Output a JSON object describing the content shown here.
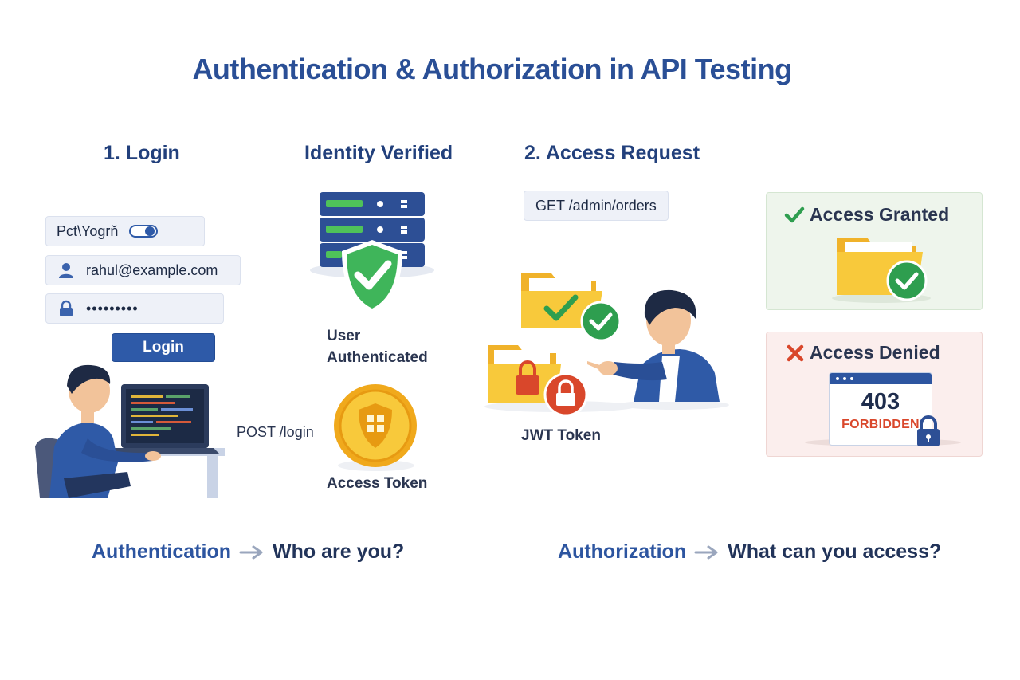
{
  "title": "Authentication & Authorization in API Testing",
  "headings": {
    "login": "1. Login",
    "identity": "Identity Verified",
    "access": "2. Access Request"
  },
  "login_form": {
    "top_field_text": "Pct\\Yogrň",
    "email": "rahul@example.com",
    "password_mask": "•••••••••",
    "button": "Login"
  },
  "labels": {
    "post_login": "POST /login",
    "user_authenticated_line1": "User",
    "user_authenticated_line2": "Authenticated",
    "access_token": "Access Token",
    "get_request": "GET /admin/orders",
    "jwt_token": "JWT Token"
  },
  "granted": {
    "title": "Access Granted"
  },
  "denied": {
    "title": "Access Denied",
    "code": "403",
    "message": "FORBIDDEN"
  },
  "footer": {
    "authn_term": "Authentication",
    "authn_question": "Who are you?",
    "authz_term": "Authorization",
    "authz_question": "What can you access?"
  },
  "colors": {
    "brand_blue": "#2a4f96",
    "success_green": "#2e9e4f",
    "error_red": "#d9472b",
    "folder_yellow": "#f5c23a"
  }
}
